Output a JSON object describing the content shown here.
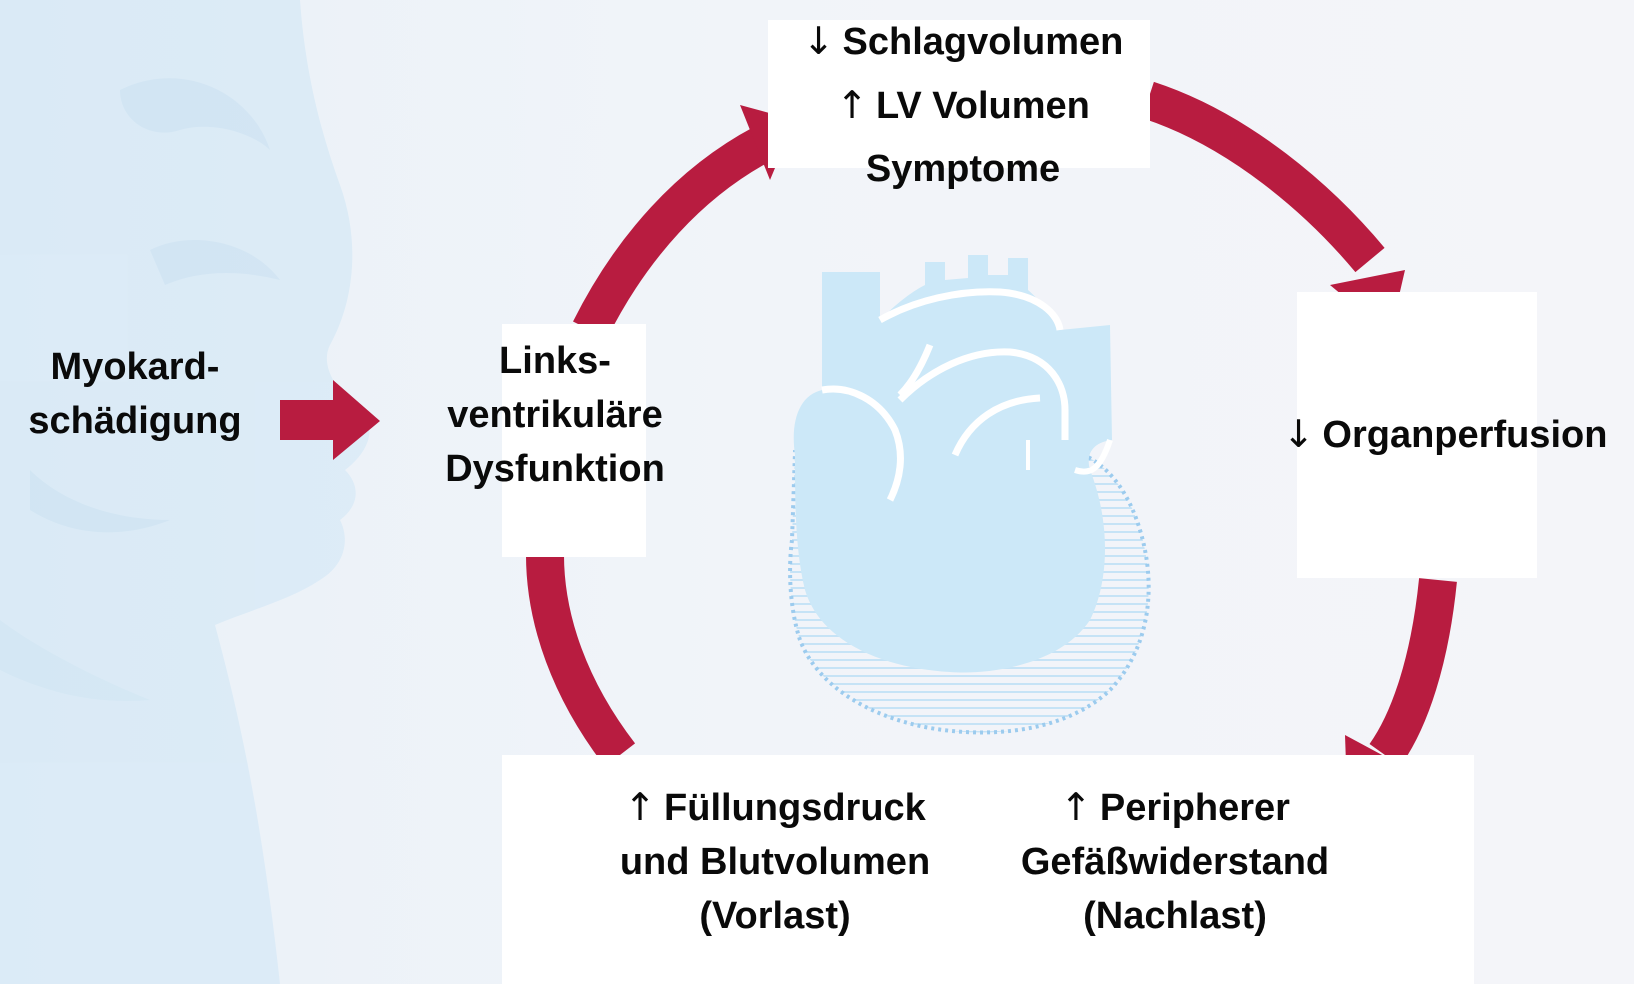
{
  "colors": {
    "arrow": "#b81c40",
    "heart_fill": "#cce8f8",
    "heart_outline": "#ffffff",
    "dotted_outline": "#9ccbee",
    "background_figure": "#cfe6f5"
  },
  "icons": {
    "up": "↑",
    "down": "↓",
    "heart": "heart-illustration",
    "figure": "human-profile-silhouette"
  },
  "input": {
    "lines": [
      "Myokard-",
      "schädigung"
    ]
  },
  "nodes": {
    "lv_dysfunction": {
      "lines": [
        "Links-",
        "ventrikuläre",
        "Dysfunktion"
      ]
    },
    "stroke_volume": {
      "lines": [
        {
          "arrow": "↓",
          "text": "Schlagvolumen"
        },
        {
          "arrow": "↑",
          "text": "LV Volumen"
        },
        {
          "arrow": "",
          "text": "Symptome"
        }
      ]
    },
    "organ_perfusion": {
      "arrow": "↓",
      "text": "Organperfusion"
    },
    "peripheral_resistance": {
      "lines": [
        {
          "arrow": "↑",
          "text": "Peripherer"
        },
        {
          "arrow": "",
          "text": "Gefäßwiderstand"
        },
        {
          "arrow": "",
          "text": "(Nachlast)"
        }
      ]
    },
    "filling_pressure": {
      "lines": [
        {
          "arrow": "↑",
          "text": "Füllungsdruck"
        },
        {
          "arrow": "",
          "text": "und Blutvolumen"
        },
        {
          "arrow": "",
          "text": "(Vorlast)"
        }
      ]
    }
  }
}
